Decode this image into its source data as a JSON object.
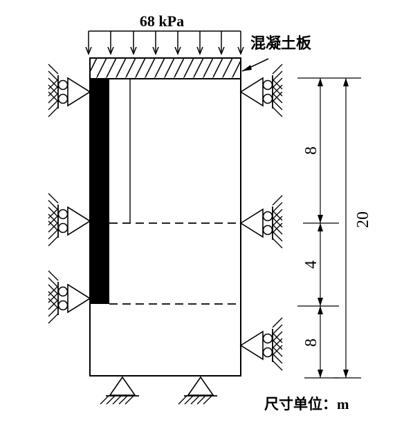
{
  "load_label": "68 kPa",
  "slab_label": "混凝土板",
  "units_label": "尺寸单位：m",
  "dimensions": {
    "upper": "8",
    "middle": "4",
    "lower": "8",
    "total": "20"
  }
}
